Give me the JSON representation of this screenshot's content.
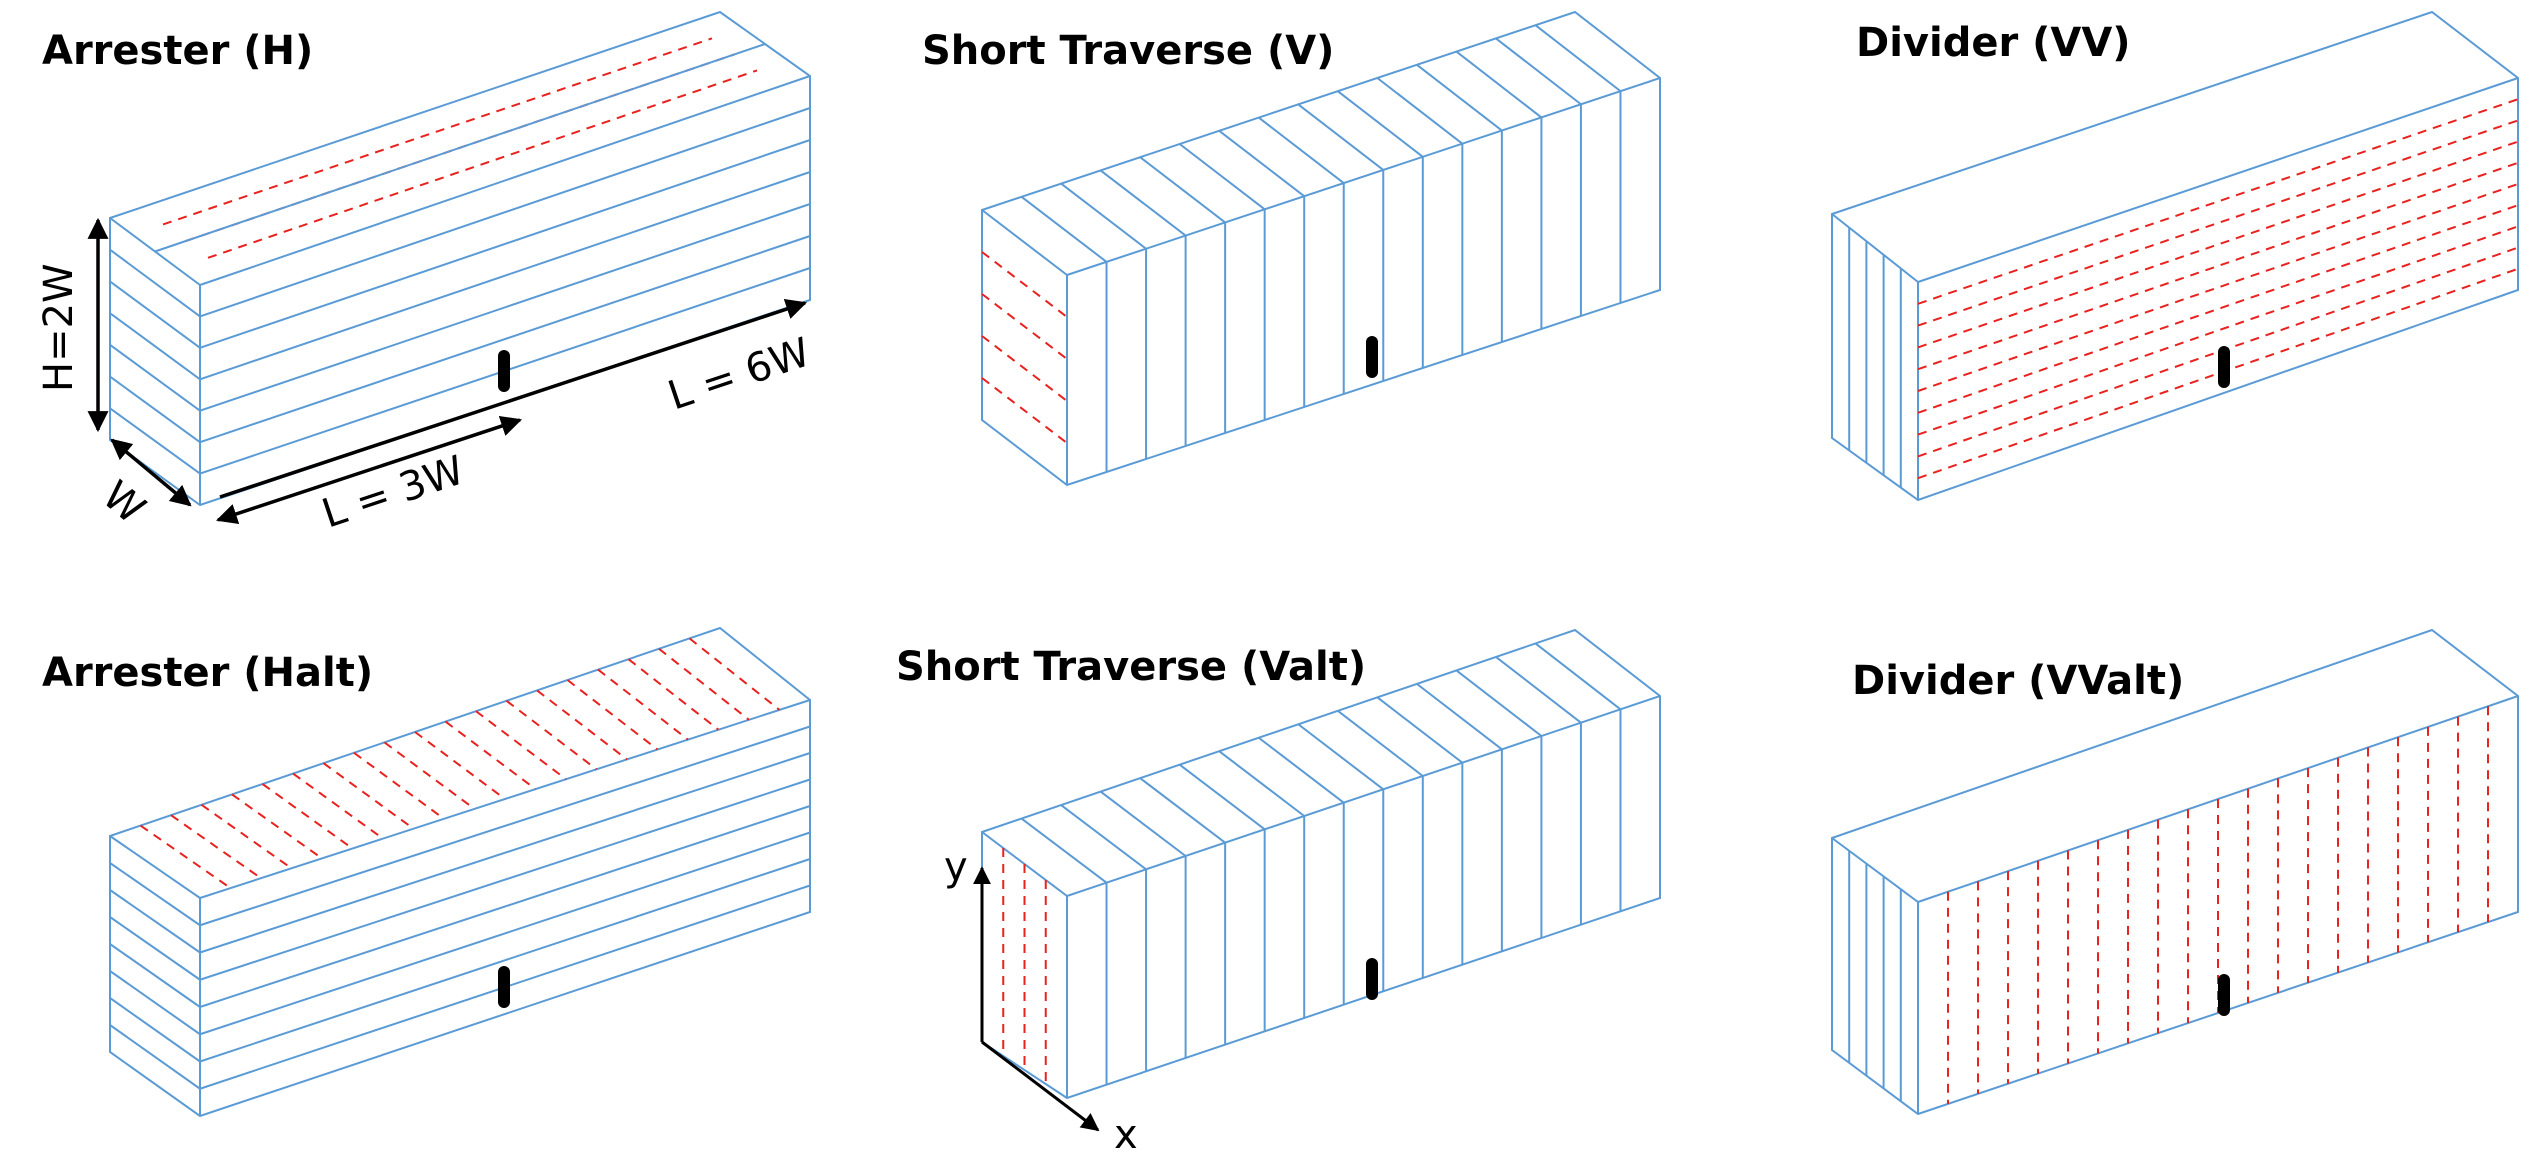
{
  "figure": {
    "panels": [
      {
        "id": "H",
        "title": "Arrester (H)"
      },
      {
        "id": "V",
        "title": "Short Traverse (V)"
      },
      {
        "id": "VV",
        "title": "Divider (VV)"
      },
      {
        "id": "Halt",
        "title": "Arrester (Halt)"
      },
      {
        "id": "Valt",
        "title": "Short Traverse (Valt)"
      },
      {
        "id": "VValt",
        "title": "Divider (VValt)"
      }
    ],
    "dimensions": {
      "height": "H=2W",
      "width": "W",
      "length_half": "L = 3W",
      "length_full": "L = 6W"
    },
    "axes": {
      "x": "x",
      "y": "y"
    },
    "colors": {
      "edge": "#5b9bd5",
      "dashed": "#e8221f",
      "marker": "#000000"
    }
  }
}
